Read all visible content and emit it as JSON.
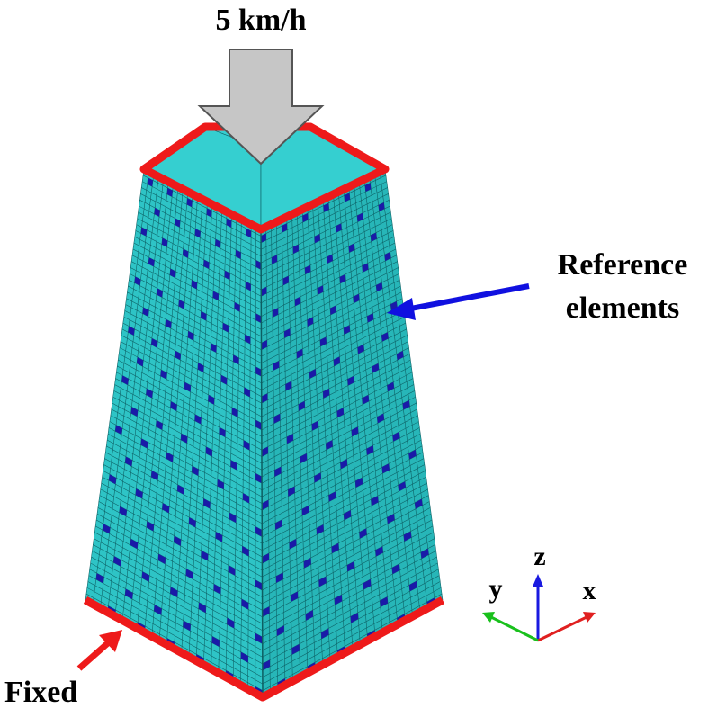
{
  "labels": {
    "load": "5 km/h",
    "reference_line1": "Reference",
    "reference_line2": "elements",
    "fixed": "Fixed"
  },
  "axes": {
    "x": "x",
    "y": "y",
    "z": "z"
  },
  "colors": {
    "background": "#ffffff",
    "mesh_fill": "#2ec4c6",
    "mesh_fill_right": "#27b6b8",
    "mesh_fill_inner": "#35cfd0",
    "mesh_line": "#0c5e62",
    "reference_element": "#1a1aa8",
    "boundary_edge": "#ee1a1a",
    "load_arrow_fill": "#c6c6c6",
    "load_arrow_stroke": "#555555",
    "pointer_reference": "#1010e0",
    "pointer_fixed": "#ee1a1a",
    "axis_x": "#e02020",
    "axis_y": "#19c01c",
    "axis_z": "#1a1ae0"
  }
}
